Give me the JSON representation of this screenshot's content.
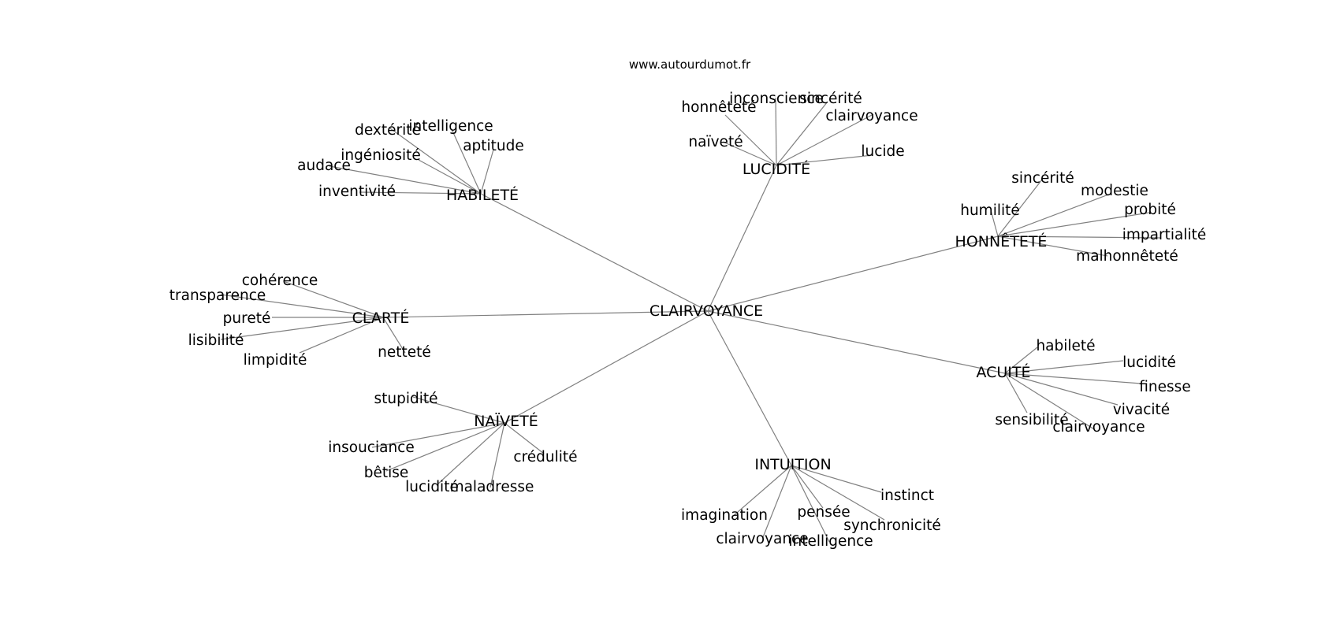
{
  "site": "www.autourdumot.fr",
  "center": "CLAIRVOYANCE",
  "clusters": [
    {
      "label": "LUCIDITÉ",
      "words": [
        "honnêteté",
        "inconscience",
        "sincérité",
        "clairvoyance",
        "naïveté",
        "lucide"
      ]
    },
    {
      "label": "HABILETÉ",
      "words": [
        "dextérité",
        "intelligence",
        "aptitude",
        "ingéniosité",
        "audace",
        "inventivité"
      ]
    },
    {
      "label": "HONNÊTETÉ",
      "words": [
        "sincérité",
        "modestie",
        "humilité",
        "probité",
        "impartialité",
        "malhonnêteté"
      ]
    },
    {
      "label": "CLARTÉ",
      "words": [
        "cohérence",
        "transparence",
        "pureté",
        "lisibilité",
        "limpidité",
        "netteté"
      ]
    },
    {
      "label": "ACUITÉ",
      "words": [
        "habileté",
        "lucidité",
        "finesse",
        "vivacité",
        "sensibilité",
        "clairvoyance"
      ]
    },
    {
      "label": "NAÏVETÉ",
      "words": [
        "stupidité",
        "insouciance",
        "crédulité",
        "bêtise",
        "lucidité",
        "maladresse"
      ]
    },
    {
      "label": "INTUITION",
      "words": [
        "instinct",
        "imagination",
        "pensée",
        "synchronicité",
        "clairvoyance",
        "intelligence"
      ]
    }
  ]
}
